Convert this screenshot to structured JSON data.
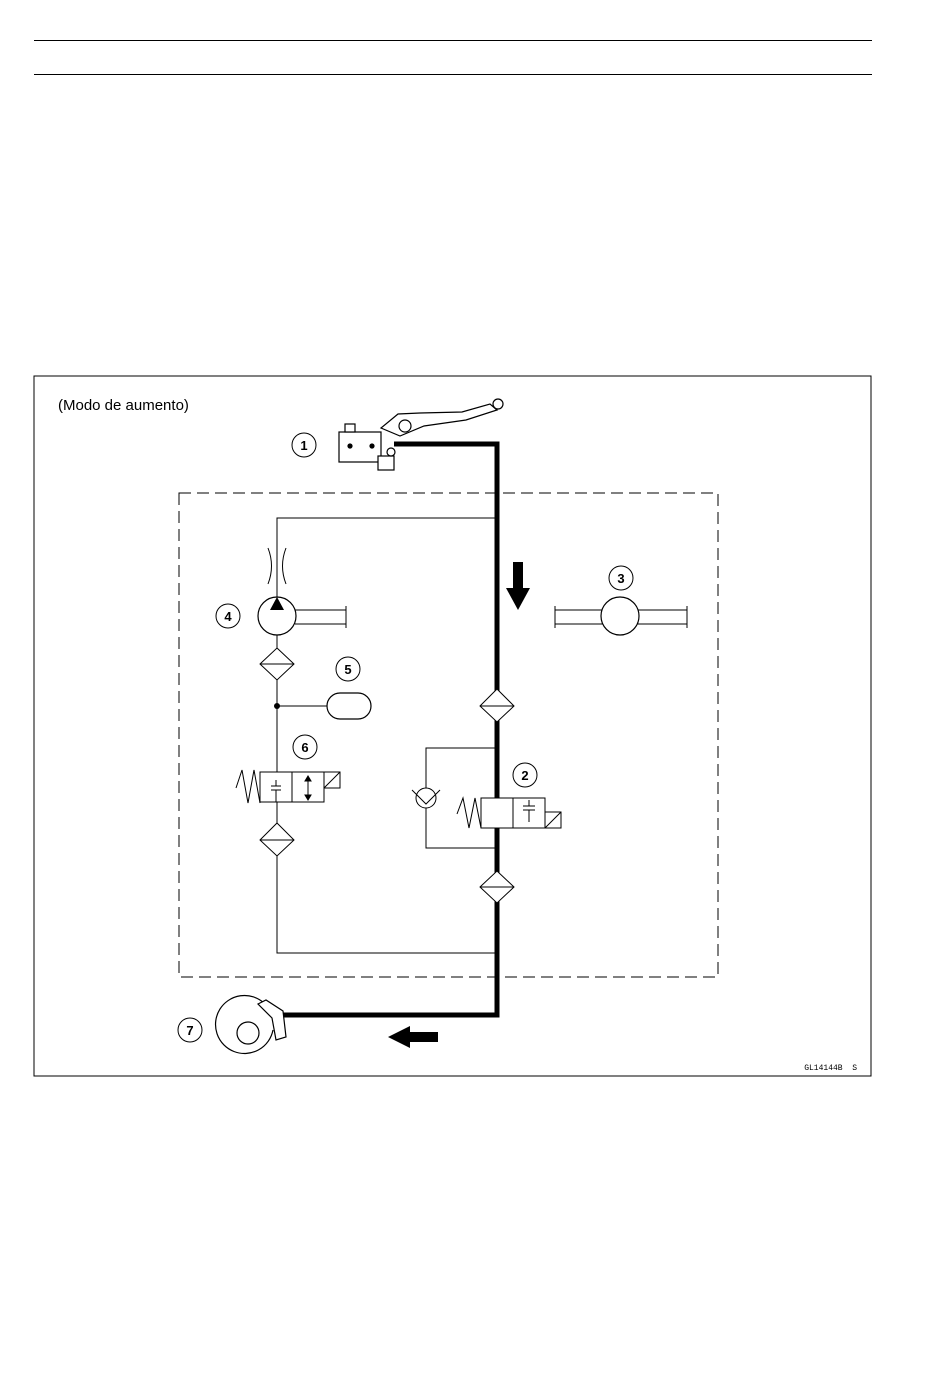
{
  "diagram": {
    "mode_label": "(Modo de aumento)",
    "figure_code": "GL14144B  S",
    "callouts": [
      "1",
      "2",
      "3",
      "4",
      "5",
      "6",
      "7"
    ]
  }
}
